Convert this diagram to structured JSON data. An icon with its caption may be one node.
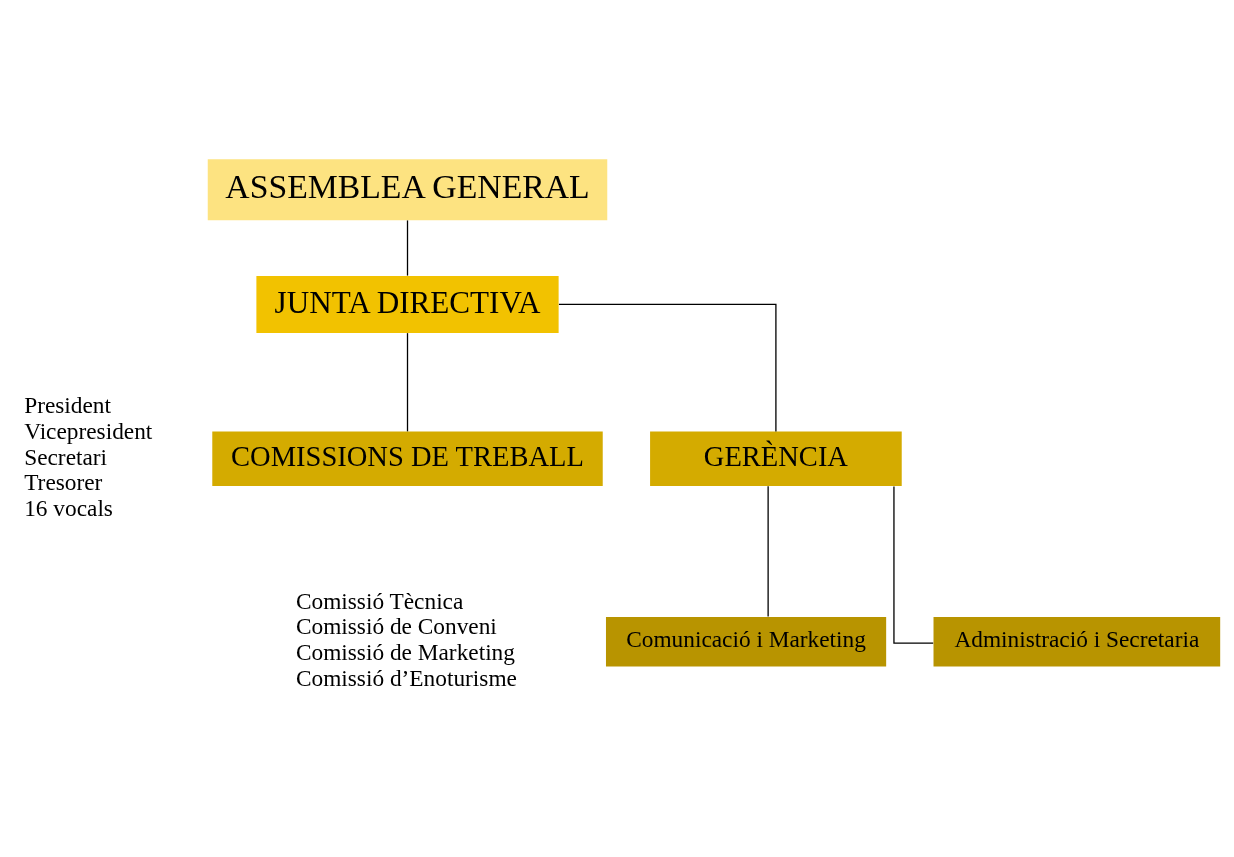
{
  "diagram": {
    "nodes": [
      {
        "text": [
          "ASSEMBLEA GENERAL"
        ]
      },
      {
        "text": [
          "JUNTA DIRECTIVA"
        ],
        "beside": [
          "President",
          "Vicepresident",
          "Secretari",
          "Tresorer",
          "16 vocals"
        ]
      },
      {
        "text": [
          "COMISSIONS DE TREBALL"
        ],
        "beside": [
          "Comissió Tècnica",
          "Comissió de Conveni",
          "Comissió de Marketing",
          "Comissió d’Enoturisme"
        ]
      },
      {
        "text": [
          "GERÈNCIA"
        ]
      },
      {
        "text": [
          "Comunicació i Marketing"
        ]
      },
      {
        "text": [
          "Administració i Secretaria"
        ]
      }
    ],
    "edges": [
      {
        "from": 0,
        "to": 1,
        "arrow": "none"
      },
      {
        "from": 1,
        "to": 2,
        "arrow": "none"
      },
      {
        "from": 1,
        "to": 3,
        "arrow": "none"
      },
      {
        "from": 3,
        "to": 4,
        "arrow": "none"
      },
      {
        "from": 3,
        "to": 5,
        "arrow": "none"
      }
    ]
  }
}
